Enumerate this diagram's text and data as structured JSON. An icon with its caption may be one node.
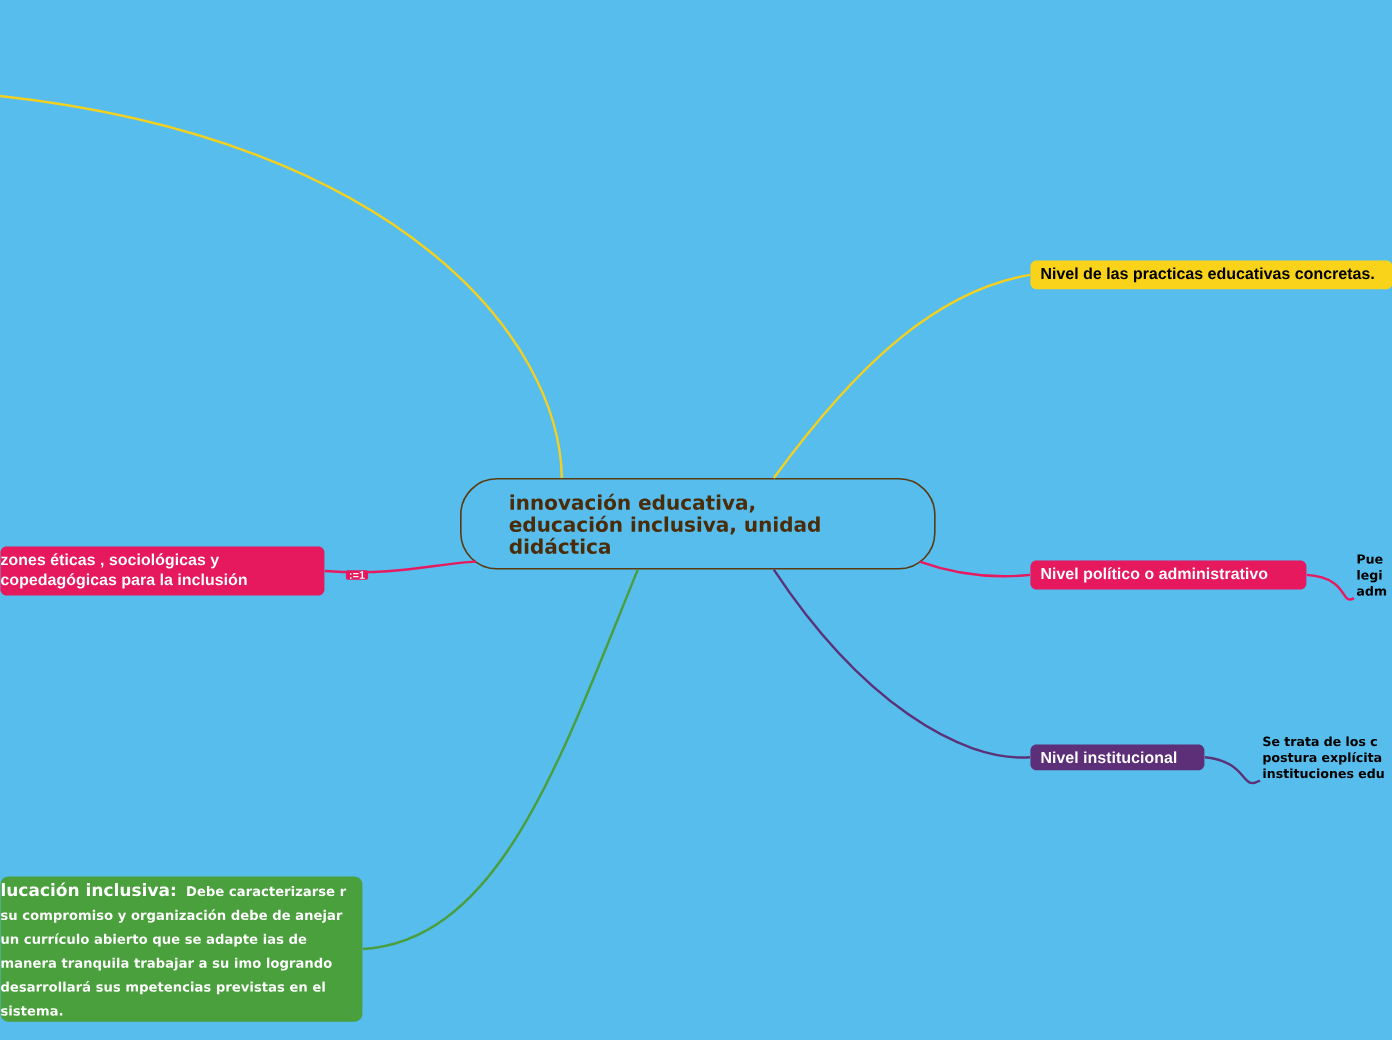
{
  "diagram": {
    "nodes": [
      {
        "text": [
          "innovación educativa, educación inclusiva, unidad didáctica"
        ]
      },
      {
        "text": [
          "Nivel de las practicas educativas concretas."
        ]
      },
      {
        "text": [
          "Nivel político o administrativo"
        ]
      },
      {
        "text": [
          "Pue legi adm"
        ]
      },
      {
        "text": [
          "Nivel institucional"
        ]
      },
      {
        "text": [
          "Se trata de los c postura explícita instituciones edu"
        ]
      },
      {
        "text": [
          "zones éticas , sociológicas y copedagógicas para la inclusión"
        ]
      },
      {
        "text": [
          "lucación inclusiva:",
          "Debe caracterizarse r su compromiso y organización debe de anejar un currículo abierto que se adapte ias de manera tranquila trabajar a su imo logrando desarrollará sus mpetencias previstas en el sistema."
        ]
      }
    ],
    "edges": [
      {
        "from": 0,
        "to": null,
        "arrow": "none",
        "color": "#f5d11e"
      },
      {
        "from": 0,
        "to": 1,
        "arrow": "none",
        "color": "#f5d11e"
      },
      {
        "from": 0,
        "to": 2,
        "arrow": "none",
        "color": "#e8195f"
      },
      {
        "from": 2,
        "to": 3,
        "arrow": "none",
        "color": "#e8195f"
      },
      {
        "from": 0,
        "to": 4,
        "arrow": "none",
        "color": "#5b3178"
      },
      {
        "from": 4,
        "to": 5,
        "arrow": "none",
        "color": "#5b3178"
      },
      {
        "from": 0,
        "to": 6,
        "arrow": "none",
        "color": "#e8195f"
      },
      {
        "from": 0,
        "to": 7,
        "arrow": "none",
        "color": "#4a9e3b"
      }
    ],
    "labels": [
      ":=1"
    ]
  }
}
